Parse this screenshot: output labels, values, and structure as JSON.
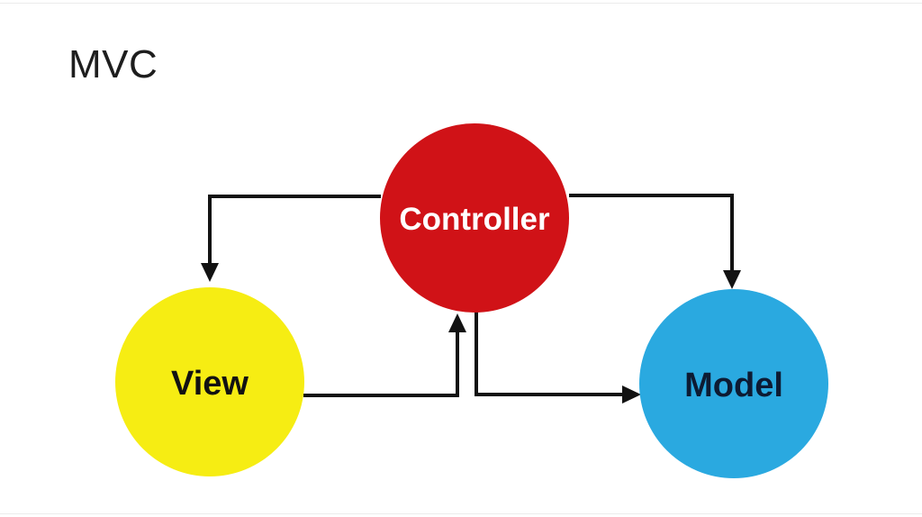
{
  "title": {
    "text": "MVC",
    "color": "#1e1e1e"
  },
  "diagram": {
    "line_color": "#121212",
    "nodes": {
      "controller": {
        "label": "Controller",
        "fill": "#d01217",
        "text_color": "#ffffff"
      },
      "view": {
        "label": "View",
        "fill": "#f6ed13",
        "text_color": "#121212"
      },
      "model": {
        "label": "Model",
        "fill": "#2aa9e0",
        "text_color": "#0d1b33"
      }
    },
    "connections": [
      {
        "from": "Controller",
        "to": "View",
        "arrow_at": "top of View"
      },
      {
        "from": "Controller",
        "to": "Model",
        "arrow_at": "top of Model"
      },
      {
        "from": "View",
        "to": "Controller",
        "arrow_at": "bottom of Controller"
      },
      {
        "from": "Controller",
        "to": "Model",
        "arrow_at": "left of Model"
      }
    ]
  }
}
